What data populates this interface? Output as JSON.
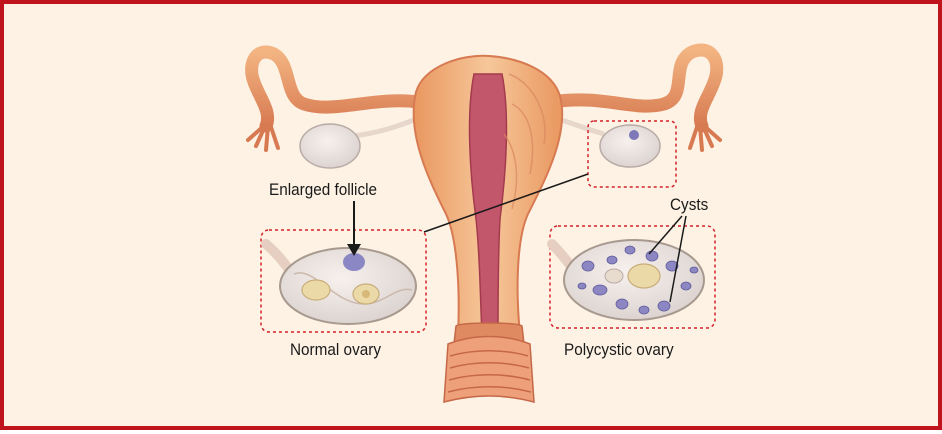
{
  "labels": {
    "enlarged_follicle": "Enlarged follicle",
    "cysts": "Cysts",
    "normal_ovary": "Normal ovary",
    "polycystic_ovary": "Polycystic ovary"
  },
  "colors": {
    "frame_border": "#c0141c",
    "background": "#fdf2e4",
    "tissue": "#f2b98a",
    "tissue_dark": "#d9785a",
    "lining": "#b8465a",
    "ovary": "#ede6e2",
    "cyst": "#8c86c2",
    "dashed_box": "#d42028"
  }
}
